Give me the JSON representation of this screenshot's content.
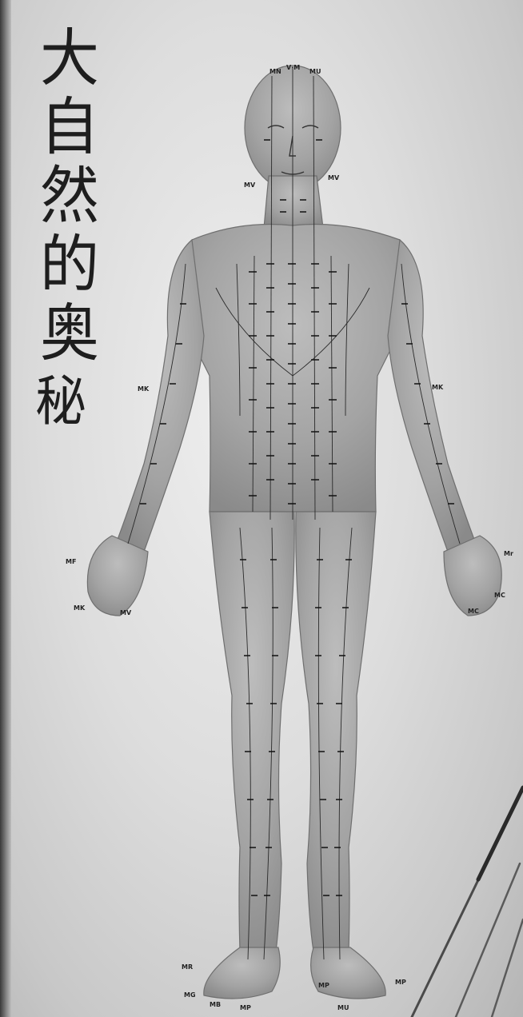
{
  "calligraphy": {
    "chars": [
      "大",
      "自",
      "然",
      "的",
      "奥",
      "秘"
    ]
  },
  "labels": {
    "crown_left": "MN",
    "crown_center": "V·M",
    "crown_right": "MU",
    "head_left": "MV",
    "head_right": "MV",
    "left_elbow": "MK",
    "right_elbow": "MK",
    "left_hand_a": "MF",
    "left_hand_b": "MK",
    "left_hand_c": "MV",
    "right_hand_a": "Mr",
    "right_hand_b": "MC",
    "right_hand_c": "MC",
    "left_foot_a": "MR",
    "left_foot_b": "MG",
    "left_foot_c": "MB",
    "left_foot_d": "MP",
    "right_foot_a": "MP",
    "right_foot_b": "MU",
    "right_foot_c": "MP"
  },
  "colors": {
    "paper": "#dddddd",
    "ink": "#1e1e1e",
    "body_tone": "#a8a8a8"
  }
}
